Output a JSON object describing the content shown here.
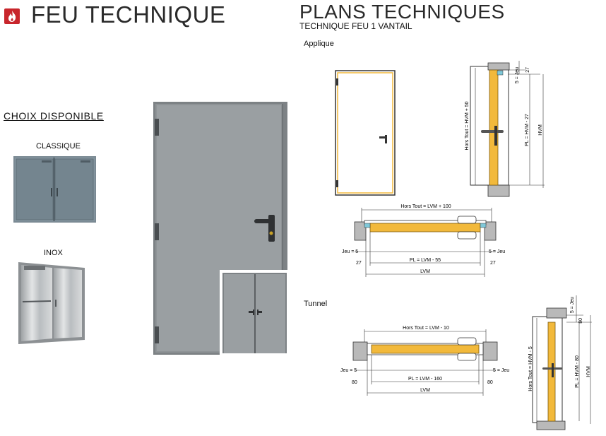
{
  "header": {
    "title": "FEU TECHNIQUE",
    "logo_icon": "flame-icon",
    "brand_color": "#c8262c"
  },
  "choices": {
    "heading": "CHOIX DISPONIBLE",
    "items": [
      {
        "label": "CLASSIQUE"
      },
      {
        "label": "INOX"
      }
    ]
  },
  "plans": {
    "title": "PLANS TECHNIQUES",
    "subtitle": "TECHNIQUE FEU 1 VANTAIL",
    "sections": {
      "applique": {
        "label": "Applique",
        "vertical": {
          "overall": "Hors Tout = HVM + 50",
          "pl": "PL = HVM - 27",
          "hvm": "HVM",
          "jeu": "5 = Jeu",
          "top": "27"
        },
        "horizontal": {
          "overall": "Hors Tout = LVM + 100",
          "jeu_left": "Jeu = 5",
          "jeu_right": "5 = Jeu",
          "side_left": "27",
          "side_right": "27",
          "pl": "PL = LVM - 55",
          "lvm": "LVM"
        }
      },
      "tunnel": {
        "label": "Tunnel",
        "vertical": {
          "overall": "Hors Tout = HVM - 5",
          "pl": "PL = HVM - 80",
          "hvm": "HVM",
          "jeu": "5 = Jeu",
          "top": "80"
        },
        "horizontal": {
          "overall": "Hors Tout = LVM - 10",
          "jeu_left": "Jeu = 5",
          "jeu_right": "5 = Jeu",
          "side_left": "80",
          "side_right": "80",
          "pl": "PL = LVM - 160",
          "lvm": "LVM"
        }
      }
    }
  },
  "colors": {
    "door_grey": "#8e9396",
    "leaf_yellow": "#f2b93b",
    "wall_grey": "#b9b9b9",
    "seal_blue": "#7fc8d8"
  }
}
